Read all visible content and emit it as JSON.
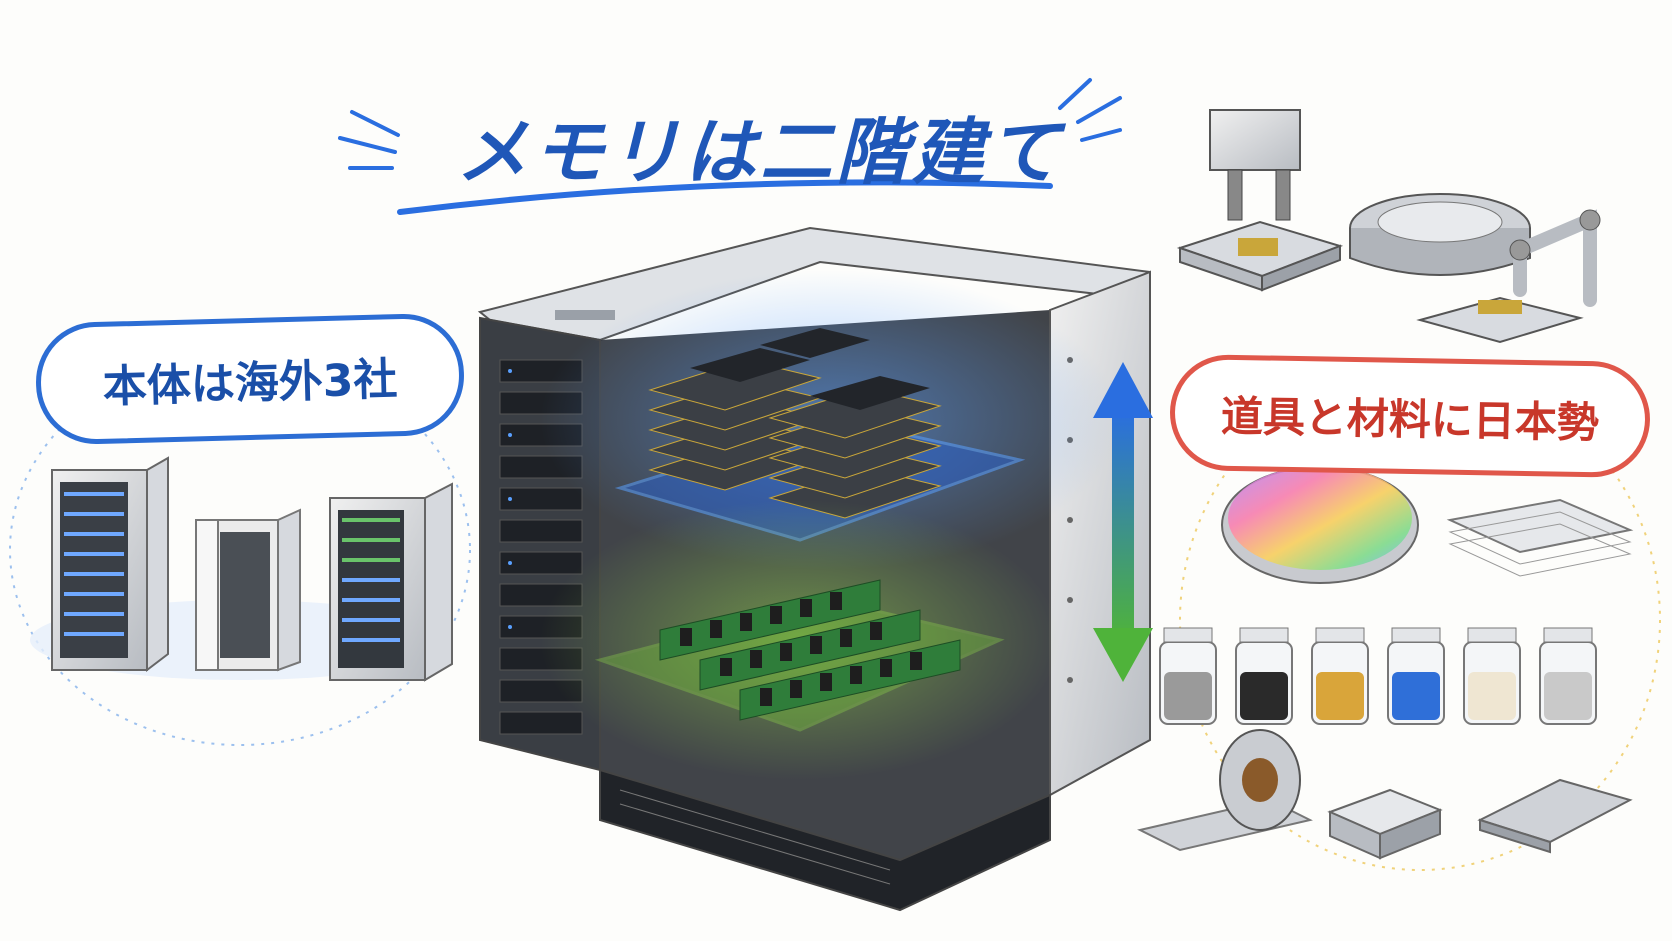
{
  "title": "メモリは二階建て",
  "left_label": "本体は海外3社",
  "right_label": "道具と材料に日本勢",
  "colors": {
    "title_blue": "#1f57b8",
    "left_bubble_blue": "#2c6dd4",
    "right_bubble_red": "#e0574a",
    "upper_tier_glow": "#3a7bff",
    "lower_tier_glow": "#7bd13a"
  },
  "illustrations": {
    "left": [
      "server-rack-icon",
      "server-rack-icon",
      "server-rack-icon"
    ],
    "center": [
      "memory-cube-cutaway",
      "stacked-chip-tier",
      "dram-module-tier",
      "updown-arrow-icon"
    ],
    "right_tools": [
      "bonding-machine-icon",
      "wafer-chuck-icon",
      "robot-arm-icon"
    ],
    "right_materials": [
      "silicon-wafer-icon",
      "sheet-stack-icon",
      "material-jar-icon",
      "metal-foil-roll-icon",
      "metal-ingot-icon",
      "metal-plate-icon"
    ],
    "jar_colors": [
      "#9a9a9a",
      "#2a2a2a",
      "#d9a53a",
      "#2f6fd8",
      "#efe6d2",
      "#c9c9c9"
    ]
  }
}
